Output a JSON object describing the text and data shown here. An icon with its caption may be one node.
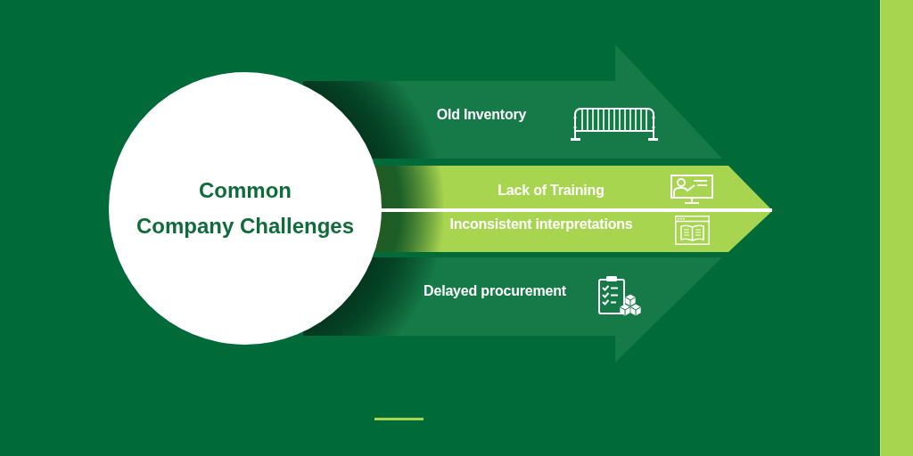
{
  "diagram": {
    "nodes": [
      {
        "text": [
          "Common Company Challenges"
        ]
      },
      {
        "text": [
          "Old Inventory"
        ]
      },
      {
        "text": [
          "Lack of Training"
        ]
      },
      {
        "text": [
          "Inconsistent interpretations"
        ]
      },
      {
        "text": [
          "Delayed procurement"
        ]
      }
    ]
  }
}
